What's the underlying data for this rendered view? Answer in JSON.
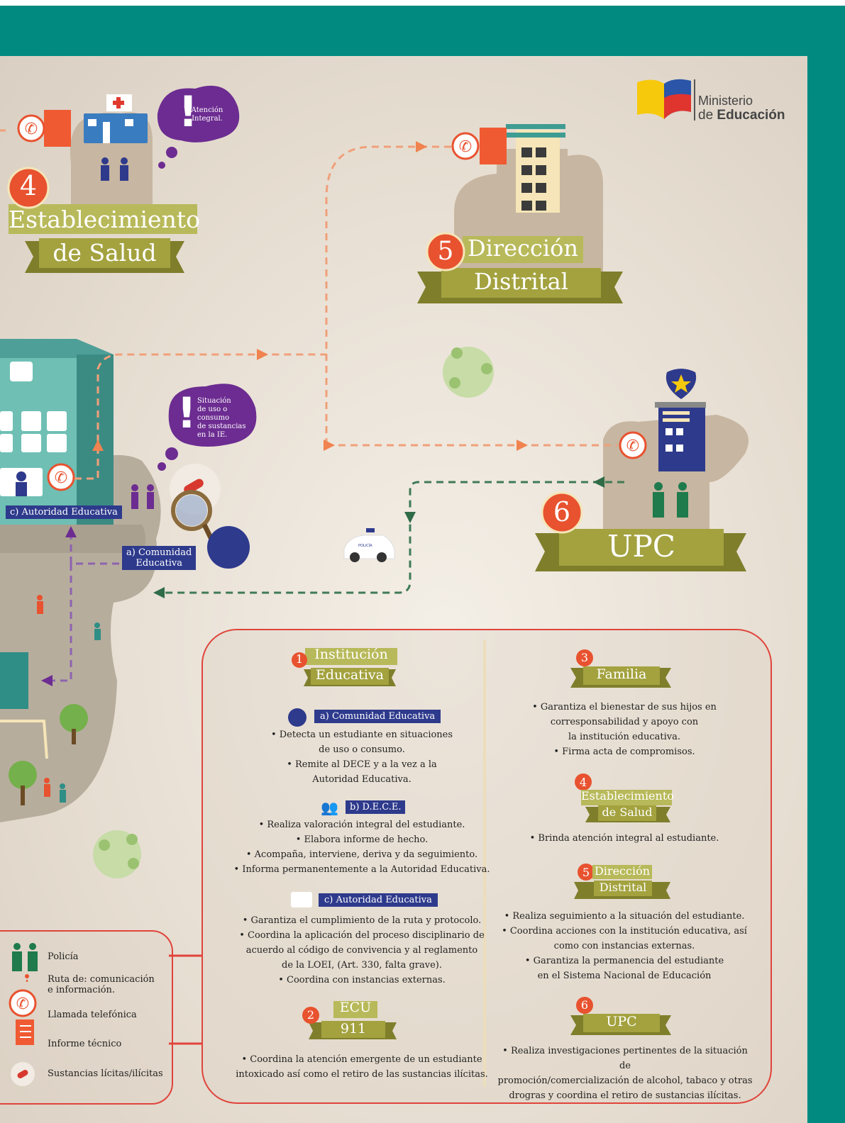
{
  "logo": {
    "line1": "Ministerio",
    "line2_a": "de ",
    "line2_b": "Educación"
  },
  "nodes": {
    "salud": {
      "number": "4",
      "line1": "Establecimiento",
      "line2": "de Salud",
      "bubble": [
        "Atención",
        "Integral."
      ]
    },
    "distrital": {
      "number": "5",
      "line1": "Dirección",
      "line2": "Distrital"
    },
    "upc": {
      "number": "6",
      "line1": "UPC"
    },
    "ie": {
      "bubble": [
        "Situación",
        "de uso o",
        "consumo",
        "de sustancias",
        "en la IE."
      ],
      "label_autoridad": "c) Autoridad Educativa",
      "label_comunidad": [
        "a) Comunidad",
        "Educativa"
      ]
    },
    "police_car_text": "POLICÍA"
  },
  "box": {
    "left": {
      "header": {
        "number": "1",
        "line1": "Institución",
        "line2": "Educativa"
      },
      "sections": [
        {
          "label": "a) Comunidad Educativa",
          "lines": [
            "• Detecta un estudiante en situaciones",
            "de uso o consumo.",
            "• Remite al DECE y a la vez a la",
            "Autoridad Educativa."
          ]
        },
        {
          "label": "b) D.E.C.E.",
          "lines": [
            "• Realiza valoración integral del estudiante.",
            "• Elabora informe de hecho.",
            "• Acompaña, interviene, deriva y da seguimiento.",
            "• Informa permanentemente a la Autoridad Educativa."
          ]
        },
        {
          "label": "c) Autoridad Educativa",
          "lines": [
            "• Garantiza el cumplimiento de la ruta y protocolo.",
            "• Coordina la aplicación del proceso disciplinario de",
            "acuerdo al código de convivencia y al reglamento",
            "de la LOEI, (Art. 330, falta grave).",
            "• Coordina con instancias externas."
          ]
        }
      ],
      "ecu": {
        "number": "2",
        "line1": "ECU",
        "line2": "911",
        "lines": [
          "• Coordina la atención emergente de un estudiante",
          "intoxicado así como el retiro de las sustancias ilícitas."
        ]
      }
    },
    "right": {
      "familia": {
        "number": "3",
        "title": "Familia",
        "lines": [
          "• Garantiza el bienestar de sus hijos en",
          "corresponsabilidad y apoyo con",
          "la institución educativa.",
          "• Firma acta de compromisos."
        ]
      },
      "salud": {
        "number": "4",
        "line1": "Establecimiento",
        "line2": "de Salud",
        "lines": [
          "• Brinda atención integral al estudiante."
        ]
      },
      "distrital": {
        "number": "5",
        "line1": "Dirección",
        "line2": "Distrital",
        "lines": [
          "• Realiza seguimiento a la situación del estudiante.",
          "• Coordina acciones con la institución educativa, así",
          "como con instancias externas.",
          "• Garantiza la permanencia del estudiante",
          "en el Sistema Nacional de Educación"
        ]
      },
      "upc": {
        "number": "6",
        "title": "UPC",
        "lines": [
          "• Realiza investigaciones pertinentes de la situación de",
          "promoción/comercialización de alcohol, tabaco y otras",
          "drogras y coordina el retiro de sustancias ilícitas."
        ]
      }
    }
  },
  "legend": {
    "items": [
      "Policía",
      "Ruta de: comunicación",
      "e información.",
      "Llamada telefónica",
      "Informe técnico",
      "Sustancias lícitas/ilícitas"
    ]
  },
  "colors": {
    "teal": "#008a80",
    "ribbon": "#a3a23f",
    "ribbon_dark": "#7f7e2b",
    "orange": "#e8522f",
    "purple": "#6c2c91",
    "navy": "#2e3a8c",
    "green_route": "#3f7a55",
    "orange_route": "#f0a07a"
  }
}
